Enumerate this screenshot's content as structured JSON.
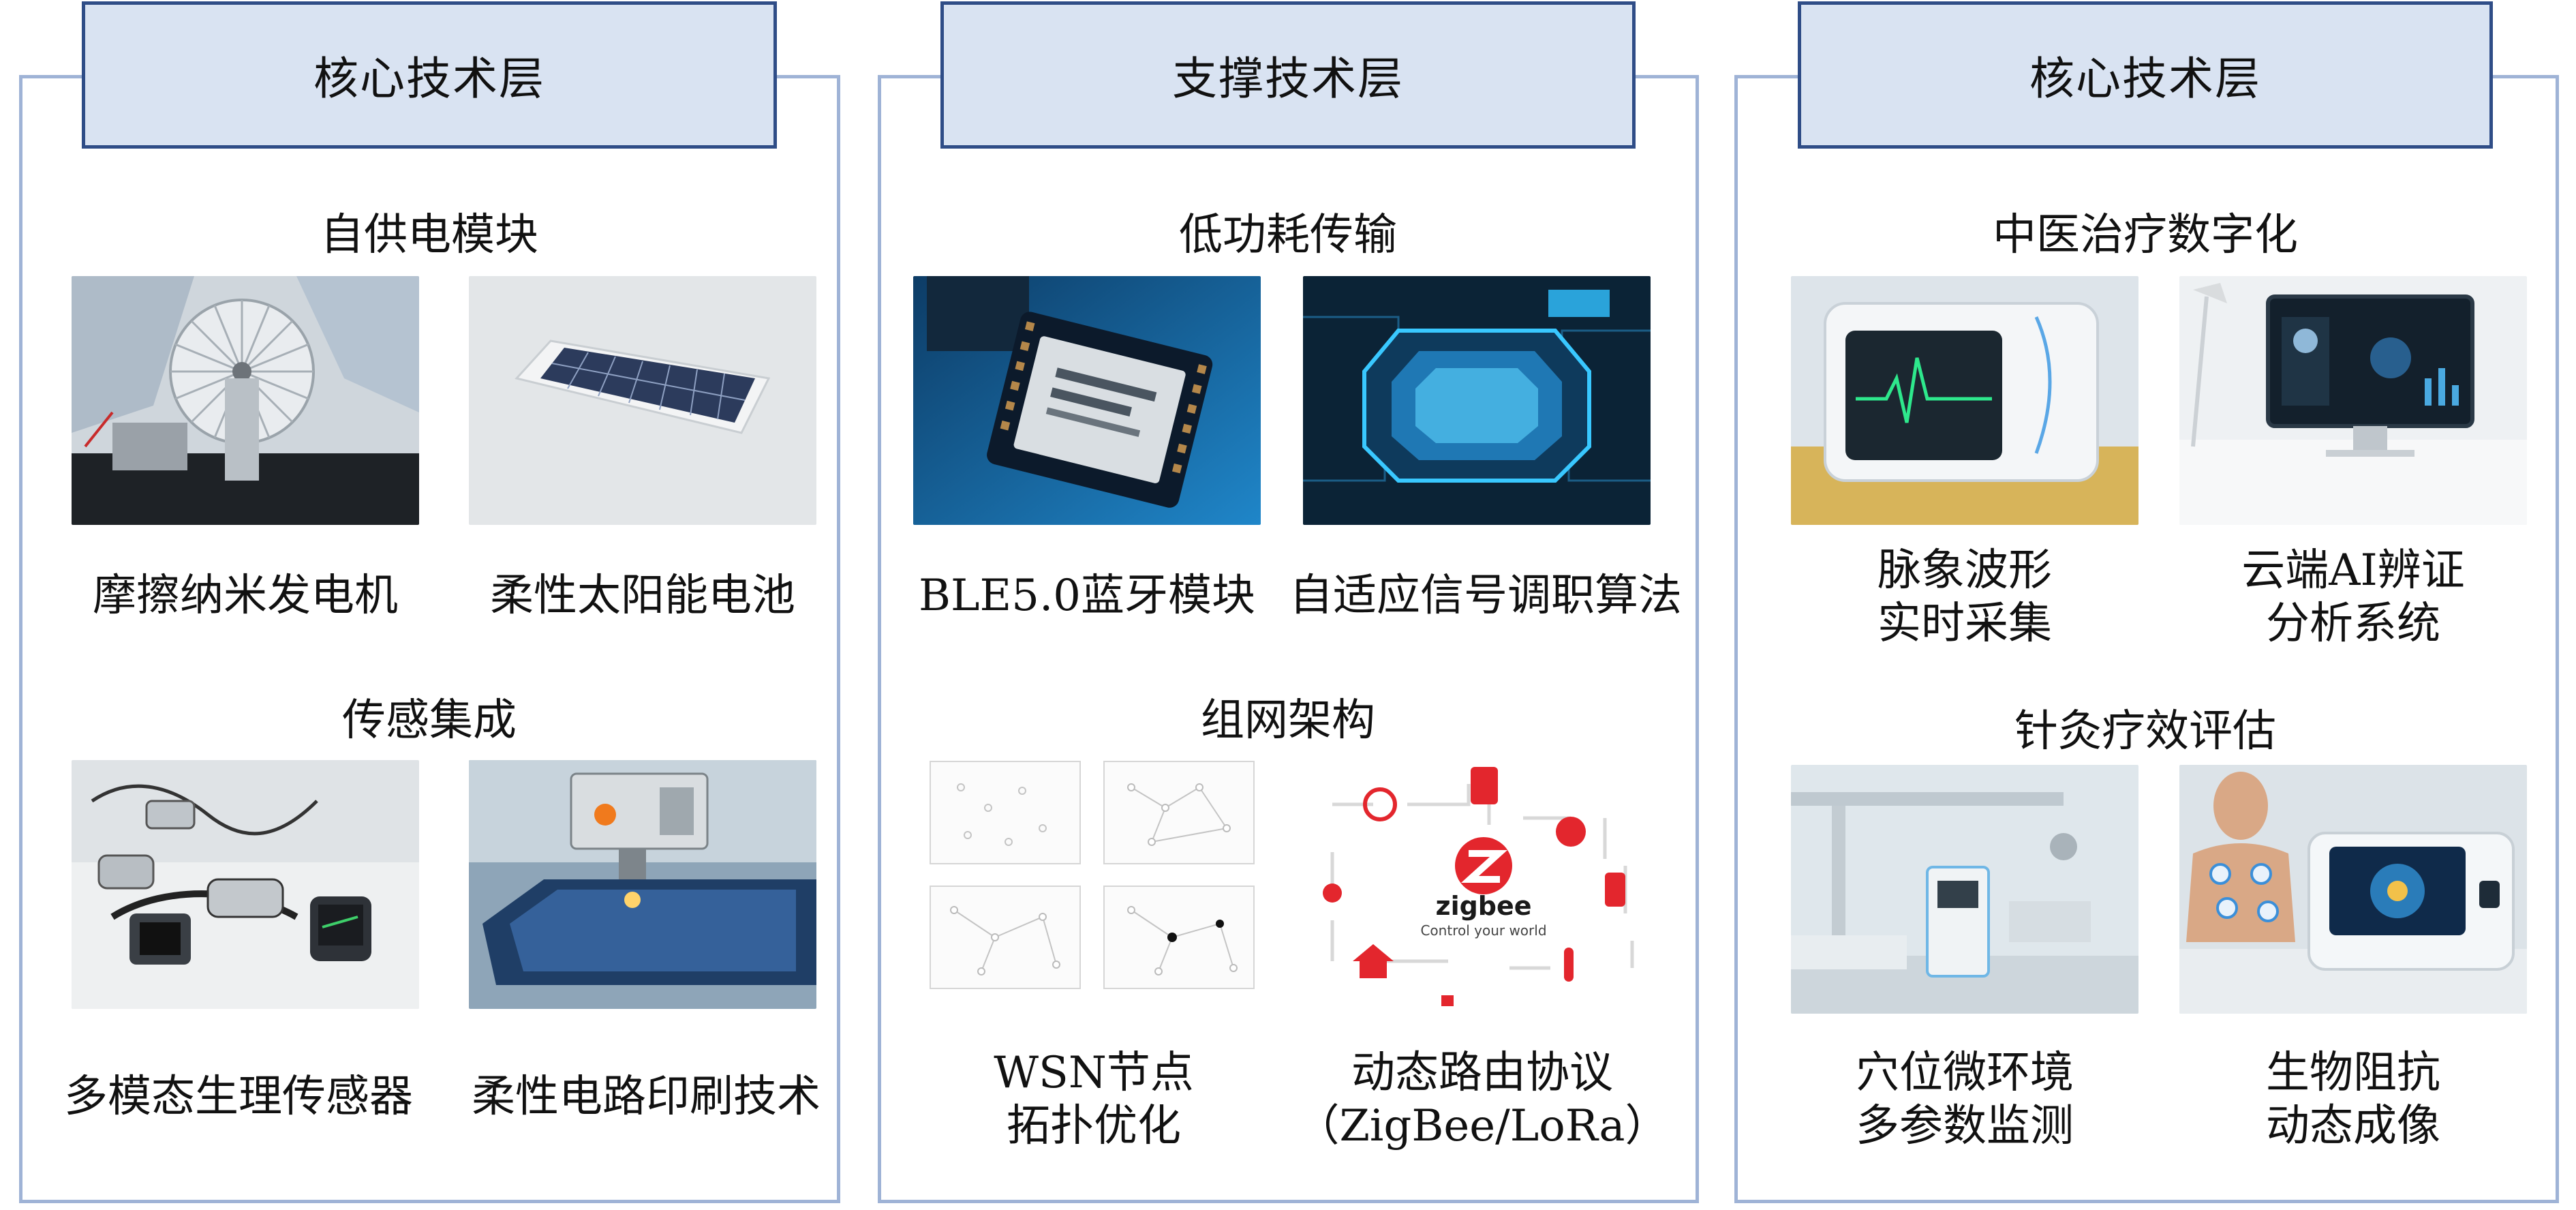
{
  "columns": [
    {
      "header": "核心技术层",
      "sections": [
        {
          "title": "自供电模块",
          "items": [
            {
              "caption_lines": [
                "摩擦纳米发电机"
              ],
              "icon": "triboelectric-generator-photo"
            },
            {
              "caption_lines": [
                "柔性太阳能电池"
              ],
              "icon": "flexible-solar-cell-photo"
            }
          ]
        },
        {
          "title": "传感集成",
          "items": [
            {
              "caption_lines": [
                "多模态生理传感器"
              ],
              "icon": "physiological-sensors-photo"
            },
            {
              "caption_lines": [
                "柔性电路印刷技术"
              ],
              "icon": "circuit-printing-machine-photo"
            }
          ]
        }
      ]
    },
    {
      "header": "支撑技术层",
      "sections": [
        {
          "title": "低功耗传输",
          "items": [
            {
              "caption_lines": [
                "BLE5.0蓝牙模块"
              ],
              "icon": "bluetooth-chip-photo"
            },
            {
              "caption_lines": [
                "自适应信号调职算法"
              ],
              "icon": "signal-processor-chip-photo"
            }
          ]
        },
        {
          "title": "组网架构",
          "items": [
            {
              "caption_lines": [
                "WSN节点",
                "拓扑优化"
              ],
              "icon": "network-topology-diagram"
            },
            {
              "caption_lines": [
                "动态路由协议",
                "（ZigBee/LoRa）"
              ],
              "icon": "zigbee-logo-diagram",
              "logo_text": "zigbee",
              "logo_tagline": "Control your world"
            }
          ]
        }
      ]
    },
    {
      "header": "核心技术层",
      "sections": [
        {
          "title": "中医治疗数字化",
          "items": [
            {
              "caption_lines": [
                "脉象波形",
                "实时采集"
              ],
              "icon": "pulse-monitor-photo"
            },
            {
              "caption_lines": [
                "云端AI辨证",
                "分析系统"
              ],
              "icon": "ai-diagnosis-screen-photo"
            }
          ]
        },
        {
          "title": "针灸疗效评估",
          "items": [
            {
              "caption_lines": [
                "穴位微环境",
                "多参数监测"
              ],
              "icon": "clinic-room-photo"
            },
            {
              "caption_lines": [
                "生物阻抗",
                "动态成像"
              ],
              "icon": "acupuncture-mannequin-photo"
            }
          ]
        }
      ]
    }
  ],
  "colors": {
    "panel_border": "#9fb3d6",
    "header_fill": "#d9e3f2",
    "header_border": "#2f4d87",
    "zigbee_red": "#e3262d"
  }
}
